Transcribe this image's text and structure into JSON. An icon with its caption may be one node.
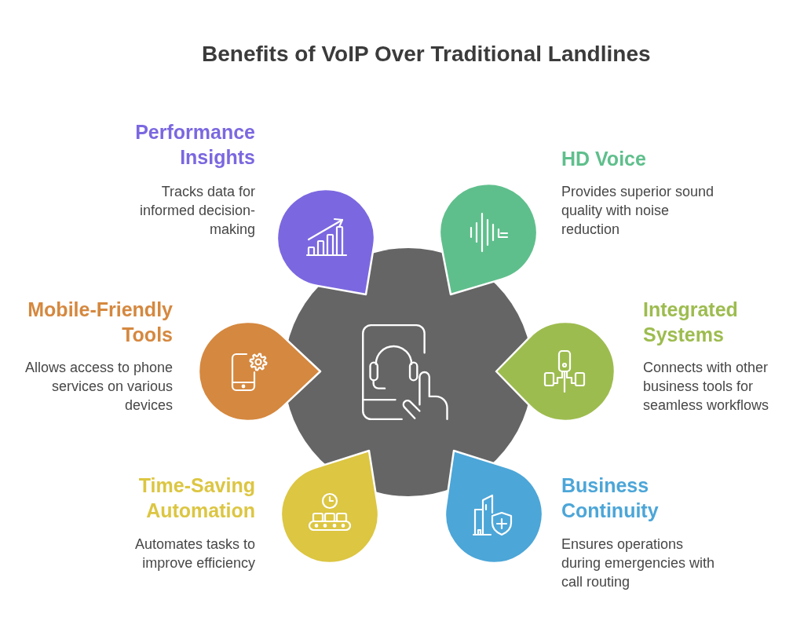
{
  "diagram": {
    "title": "Benefits of VoIP Over Traditional Landlines",
    "nodes": [
      {
        "text": [],
        "shape": "circle"
      },
      {
        "text": [
          "Performance Insights",
          "Tracks data for informed decision-making"
        ]
      },
      {
        "text": [
          "HD Voice",
          "Provides superior sound quality with noise reduction"
        ]
      },
      {
        "text": [
          "Mobile-Friendly Tools",
          "Allows access to phone services on various devices"
        ]
      },
      {
        "text": [
          "Integrated Systems",
          "Connects with other business tools for seamless workflows"
        ]
      },
      {
        "text": [
          "Time-Saving Automation",
          "Automates tasks to improve efficiency"
        ]
      },
      {
        "text": [
          "Business Continuity",
          "Ensures operations during emergencies with call routing"
        ]
      }
    ]
  }
}
